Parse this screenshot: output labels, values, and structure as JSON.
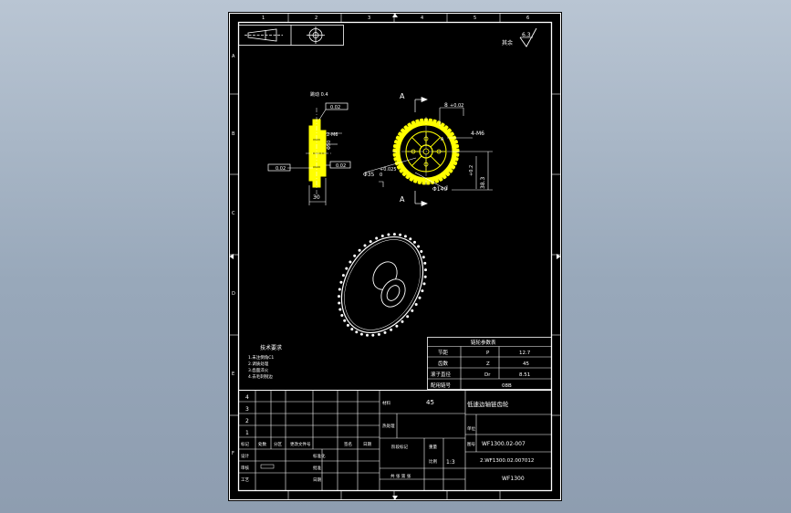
{
  "drawing": {
    "zone_cols": [
      "1",
      "2",
      "3",
      "4",
      "5",
      "6"
    ],
    "zone_rows": [
      "A",
      "B",
      "C",
      "D",
      "E",
      "F"
    ],
    "roughness_note": "其余",
    "roughness_value": "6.3",
    "section_marker": "A"
  },
  "views": {
    "side": {
      "note_top": "跳动 0.4",
      "tol_top": "0.02",
      "dim_keyway": "2-M6",
      "dim_hub": "Φ50",
      "tol_left": "0.02",
      "tol_right": "0.02",
      "dim_width": "30"
    },
    "front": {
      "dim_key_width": "8",
      "dim_key_tol": "+0.02",
      "dim_holes": "4-M6",
      "dim_bore": "Φ35",
      "dim_bore_tol": "+0.025",
      "dim_bore_tol2": "0",
      "dim_pcd": "Φ140",
      "dim_key_depth": "38.3",
      "dim_key_depth_tol": "+0.2",
      "label_a": "A"
    }
  },
  "tech_requirements": {
    "title": "技术要求",
    "lines": [
      "1.未注倒角C1",
      "2.调质处理",
      "3.齿面淬火",
      "4.去毛刺锐边"
    ]
  },
  "param_table": {
    "title": "链轮参数表",
    "rows": [
      [
        "节距",
        "P",
        "12.7"
      ],
      [
        "齿数",
        "Z",
        "45"
      ],
      [
        "滚子直径",
        "Dr",
        "8.51"
      ],
      [
        "配用链号",
        "08B",
        ""
      ]
    ]
  },
  "title_block": {
    "rev_rows": [
      "4",
      "3",
      "2",
      "1"
    ],
    "rev_headers": [
      "标记",
      "处数",
      "分区",
      "更改文件号",
      "签名",
      "日期"
    ],
    "material_label": "材料",
    "material": "45",
    "part_name": "低速边轴链齿轮",
    "company_label": "单位",
    "heat_label": "热处理",
    "stage_label": "阶段标记",
    "weight_label": "重量",
    "scale_label": "比例",
    "scale": "1:3",
    "drawing_no_label": "图号",
    "drawing_no": "WF1300.02-007",
    "file_name": "2.WF1300.02.007012",
    "assembly_no": "WF1300",
    "sheet_info": "共 张 第 张",
    "rows_left": [
      "设计",
      "审核",
      "工艺"
    ],
    "rows_mid": [
      "标准化",
      "批准",
      "日期"
    ]
  },
  "colors": {
    "border": "#ffffff",
    "gear": "#ffff00",
    "dim": "#ffffff",
    "background": "#000000"
  }
}
